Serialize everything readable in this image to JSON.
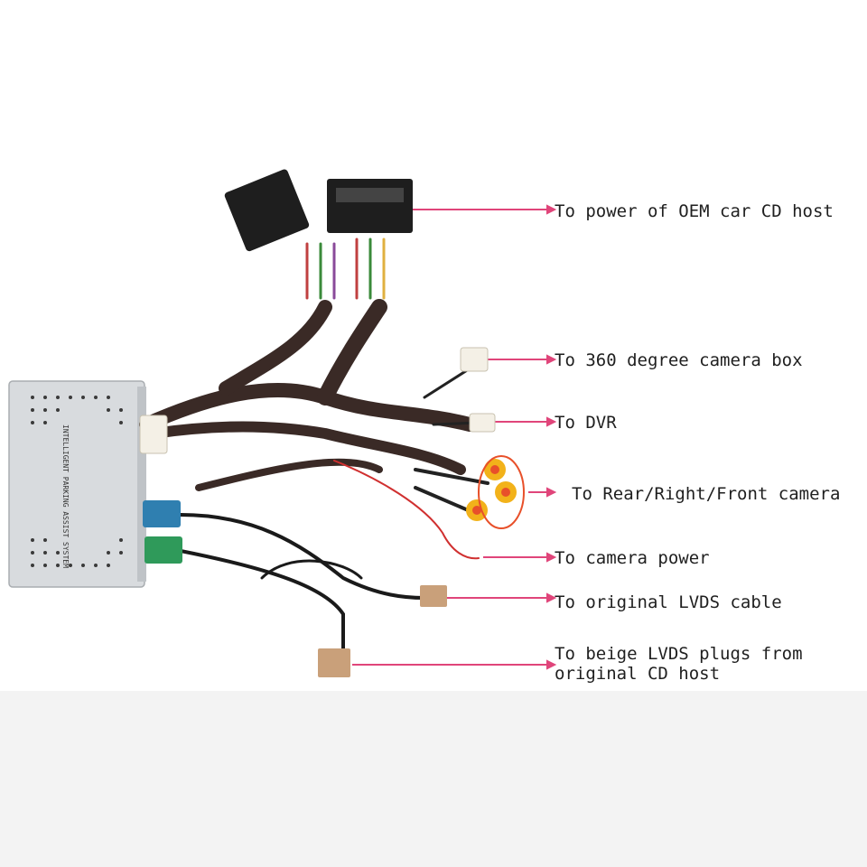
{
  "labels": {
    "oem_power": "To power of OEM car CD host",
    "camera_box_360": "To 360 degree camera box",
    "dvr": "To DVR",
    "rear_right_front_camera": "To Rear/Right/Front camera",
    "camera_power": "To camera power",
    "original_lvds": "To original LVDS cable",
    "beige_lvds_line1": "To beige LVDS plugs from",
    "beige_lvds_line2": "original CD host"
  },
  "module": {
    "text": "INTELLIGENT PARKING ASSIST SYSTEM"
  },
  "colors": {
    "pointer_line": "#e0457a",
    "harness": "#3a2a26",
    "module_body": "#d8dbde",
    "rca_yellow": "#f2b21a",
    "rca_red": "#e8502a",
    "lvds_blue": "#2f7fb0",
    "lvds_green": "#2f9a5a",
    "lvds_beige": "#c9a07a"
  }
}
